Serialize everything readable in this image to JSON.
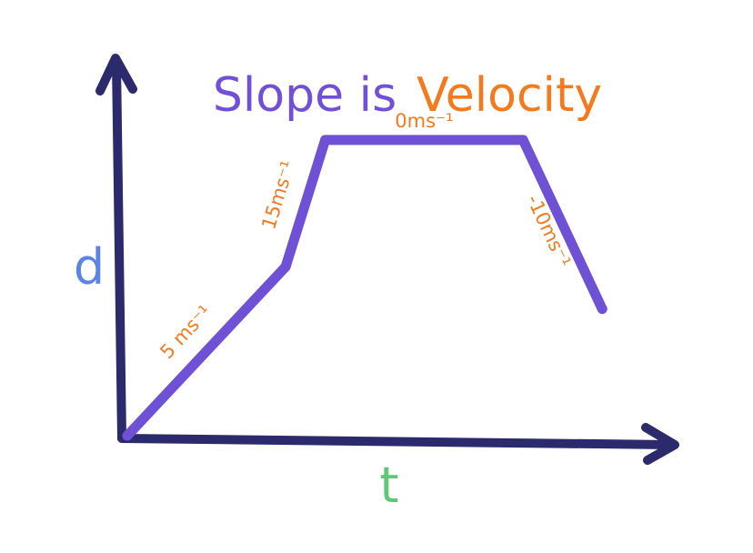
{
  "chart_data": {
    "type": "line",
    "title_parts": [
      {
        "text": "Slope is",
        "color": "#7050d8"
      },
      {
        "text": "Velocity",
        "color": "#f57a1e"
      }
    ],
    "xlabel": "t",
    "ylabel": "d",
    "x": [
      0,
      4,
      5,
      10,
      12
    ],
    "y": [
      0,
      20,
      35,
      35,
      15
    ],
    "series": [
      {
        "values": [
          0,
          20,
          35,
          35,
          15
        ]
      }
    ],
    "segment_labels": [
      "5 ms⁻¹",
      "15ms⁻¹",
      "0ms⁻¹",
      "-10ms⁻¹"
    ],
    "xlim": [
      0,
      12.5
    ],
    "ylim": [
      0,
      45
    ],
    "grid": false,
    "colors": {
      "axes": "#2b2a6c",
      "line": "#6f51d6",
      "title": "#7050d8",
      "title_accent": "#f57a1e",
      "labels": "#f57a1e",
      "ylabel": "#5a84e6",
      "xlabel": "#5cc878"
    }
  }
}
